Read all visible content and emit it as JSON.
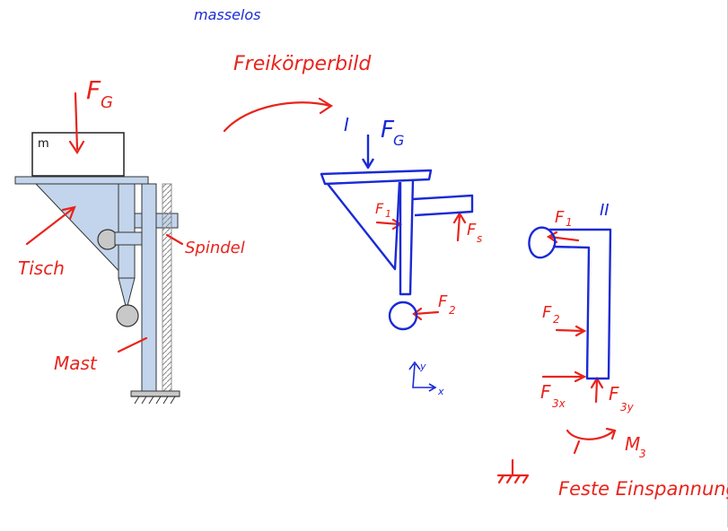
{
  "annotations": {
    "masselos": "masselos",
    "freikoerperbild": "Freikörperbild",
    "tisch": "Tisch",
    "spindel": "Spindel",
    "mast": "Mast",
    "feste_einspannung": "Feste Einspannung"
  },
  "labels": {
    "mass": "m",
    "FG": "F",
    "FG_sub": "G",
    "part1": "I",
    "part2": "II",
    "F1": "F",
    "F1_sub": "1",
    "F2": "F",
    "F2_sub": "2",
    "F5": "F",
    "F5_sub": "s",
    "F3x": "F",
    "F3x_sub": "3x",
    "F3y": "F",
    "F3y_sub": "3y",
    "M3": "M",
    "M3_sub": "3",
    "axis_y": "y",
    "axis_x": "x"
  },
  "colors": {
    "red_ink": "#e8241c",
    "blue_ink": "#1a2ad6",
    "steel_fill": "#c3d5ec",
    "steel_stroke": "#3b3b3b"
  }
}
